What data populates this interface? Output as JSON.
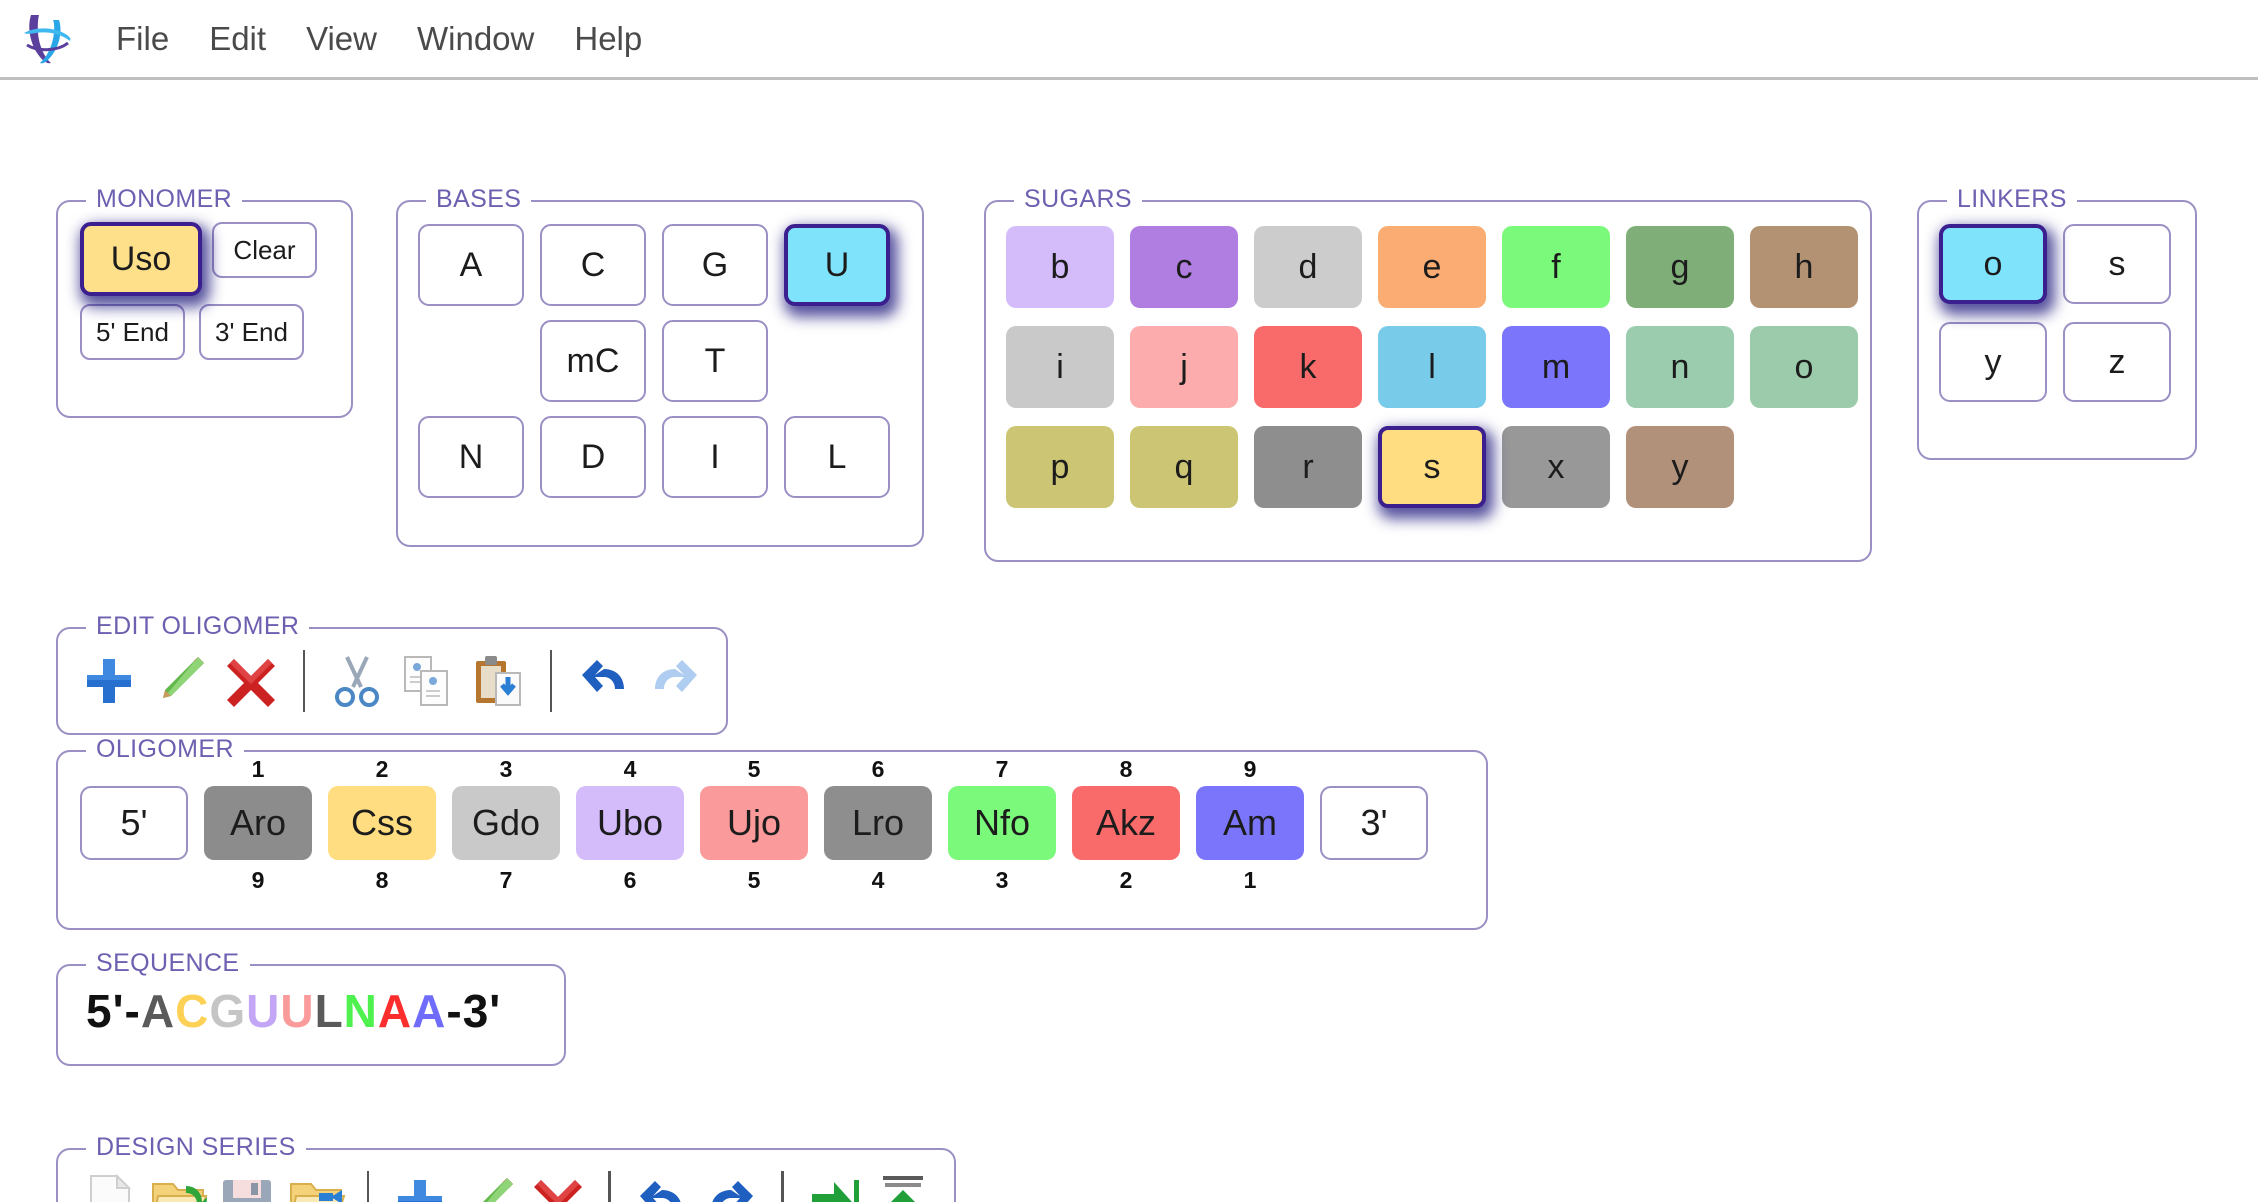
{
  "app": {
    "logo_icon": "helix-logo-icon",
    "menu": [
      {
        "label": "File"
      },
      {
        "label": "Edit"
      },
      {
        "label": "View"
      },
      {
        "label": "Window"
      },
      {
        "label": "Help"
      }
    ]
  },
  "monomer": {
    "title": "MONOMER",
    "current_label": "Uso",
    "current_color": "#ffe08a",
    "current_selected": true,
    "clear_label": "Clear",
    "five_end_label": "5' End",
    "three_end_label": "3' End"
  },
  "bases": {
    "title": "BASES",
    "keys": [
      {
        "label": "A",
        "selected": false
      },
      {
        "label": "C",
        "selected": false
      },
      {
        "label": "G",
        "selected": false
      },
      {
        "label": "U",
        "selected": true,
        "color": "#7fe3fb"
      },
      {
        "label": "",
        "blank": true
      },
      {
        "label": "mC",
        "selected": false
      },
      {
        "label": "T",
        "selected": false
      },
      {
        "label": "",
        "blank": true
      },
      {
        "label": "N",
        "selected": false
      },
      {
        "label": "D",
        "selected": false
      },
      {
        "label": "I",
        "selected": false
      },
      {
        "label": "L",
        "selected": false
      }
    ]
  },
  "sugars": {
    "title": "SUGARS",
    "keys": [
      {
        "label": "b",
        "color": "#d4bcfb",
        "selected": false
      },
      {
        "label": "c",
        "color": "#b07de0",
        "selected": false
      },
      {
        "label": "d",
        "color": "#cccccc",
        "selected": false
      },
      {
        "label": "e",
        "color": "#fbac72",
        "selected": false
      },
      {
        "label": "f",
        "color": "#7bf97b",
        "selected": false
      },
      {
        "label": "g",
        "color": "#7fae79",
        "selected": false
      },
      {
        "label": "h",
        "color": "#b29273",
        "selected": false
      },
      {
        "label": "i",
        "color": "#c9c9c9",
        "selected": false
      },
      {
        "label": "j",
        "color": "#fcacac",
        "selected": false
      },
      {
        "label": "k",
        "color": "#f96b6b",
        "selected": false
      },
      {
        "label": "l",
        "color": "#78ccea",
        "selected": false
      },
      {
        "label": "m",
        "color": "#7b75fb",
        "selected": false
      },
      {
        "label": "n",
        "color": "#9bccae",
        "selected": false
      },
      {
        "label": "o",
        "color": "#9bcbab",
        "selected": false
      },
      {
        "label": "p",
        "color": "#cbc574",
        "selected": false
      },
      {
        "label": "q",
        "color": "#cbc574",
        "selected": false
      },
      {
        "label": "r",
        "color": "#8e8e8e",
        "selected": false
      },
      {
        "label": "s",
        "color": "#ffdd80",
        "selected": true
      },
      {
        "label": "x",
        "color": "#989898",
        "selected": false
      },
      {
        "label": "y",
        "color": "#b2917b",
        "selected": false
      }
    ]
  },
  "linkers": {
    "title": "LINKERS",
    "keys": [
      {
        "label": "o",
        "selected": true,
        "color": "#7fe3fb"
      },
      {
        "label": "s",
        "selected": false
      },
      {
        "label": "y",
        "selected": false
      },
      {
        "label": "z",
        "selected": false
      }
    ]
  },
  "edit_oligomer": {
    "title": "EDIT OLIGOMER",
    "tools": [
      {
        "icon": "add-plus-icon",
        "name": "add"
      },
      {
        "icon": "edit-pencil-icon",
        "name": "edit"
      },
      {
        "icon": "delete-x-icon",
        "name": "delete"
      },
      {
        "icon": "separator",
        "name": "sep1"
      },
      {
        "icon": "cut-scissors-icon",
        "name": "cut"
      },
      {
        "icon": "copy-icon",
        "name": "copy"
      },
      {
        "icon": "paste-clipboard-icon",
        "name": "paste"
      },
      {
        "icon": "separator",
        "name": "sep2"
      },
      {
        "icon": "undo-arrow-icon",
        "name": "undo"
      },
      {
        "icon": "redo-arrow-icon",
        "name": "redo",
        "disabled": true
      }
    ]
  },
  "oligomer": {
    "title": "OLIGOMER",
    "five_prime_label": "5'",
    "three_prime_label": "3'",
    "units": [
      {
        "label": "Aro",
        "color": "#8c8c8c",
        "index_top": "1",
        "index_bottom": "9"
      },
      {
        "label": "Css",
        "color": "#ffdd80",
        "index_top": "2",
        "index_bottom": "8"
      },
      {
        "label": "Gdo",
        "color": "#c9c9c9",
        "index_top": "3",
        "index_bottom": "7"
      },
      {
        "label": "Ubo",
        "color": "#d4bcfb",
        "index_top": "4",
        "index_bottom": "6"
      },
      {
        "label": "Ujo",
        "color": "#fa9a9a",
        "index_top": "5",
        "index_bottom": "5"
      },
      {
        "label": "Lro",
        "color": "#8e8e8e",
        "index_top": "6",
        "index_bottom": "4"
      },
      {
        "label": "Nfo",
        "color": "#7bf97b",
        "index_top": "7",
        "index_bottom": "3"
      },
      {
        "label": "Akz",
        "color": "#f96b6b",
        "index_top": "8",
        "index_bottom": "2"
      },
      {
        "label": "Am",
        "color": "#7b75fb",
        "index_top": "9",
        "index_bottom": "1"
      }
    ]
  },
  "sequence": {
    "title": "SEQUENCE",
    "prefix": "5'-",
    "suffix": "-3'",
    "prefix_color": "#111111",
    "suffix_color": "#111111",
    "letters": [
      {
        "char": "A",
        "color": "#5a5a5a"
      },
      {
        "char": "C",
        "color": "#fdd155"
      },
      {
        "char": "G",
        "color": "#c5c5c5"
      },
      {
        "char": "U",
        "color": "#c3a7f6"
      },
      {
        "char": "U",
        "color": "#fa9a9a"
      },
      {
        "char": "L",
        "color": "#5a5a5a"
      },
      {
        "char": "N",
        "color": "#4ef14e"
      },
      {
        "char": "A",
        "color": "#fb2d2d"
      },
      {
        "char": "A",
        "color": "#6f6bfb"
      }
    ],
    "full_text": "5'-ACGUULNAA-3'"
  },
  "design_series": {
    "title": "DESIGN SERIES",
    "tools": [
      {
        "icon": "new-document-icon",
        "name": "new"
      },
      {
        "icon": "open-folder-icon",
        "name": "open"
      },
      {
        "icon": "save-floppy-icon",
        "name": "save"
      },
      {
        "icon": "save-as-folder-icon",
        "name": "save-as"
      },
      {
        "icon": "separator",
        "name": "sep1"
      },
      {
        "icon": "add-plus-icon",
        "name": "add"
      },
      {
        "icon": "edit-pencil-icon",
        "name": "edit"
      },
      {
        "icon": "delete-x-icon",
        "name": "delete"
      },
      {
        "icon": "separator",
        "name": "sep2"
      },
      {
        "icon": "undo-arrow-icon",
        "name": "undo"
      },
      {
        "icon": "redo-arrow-icon",
        "name": "redo"
      },
      {
        "icon": "separator",
        "name": "sep3"
      },
      {
        "icon": "export-right-arrow-icon",
        "name": "export"
      },
      {
        "icon": "upload-up-arrow-icon",
        "name": "upload"
      }
    ]
  },
  "colors": {
    "panel_border": "#9b8fc4",
    "panel_title": "#6f5fb0",
    "selection_border": "#3b1f8f",
    "selection_glow": "#1a1490",
    "menu_text": "#4a4a4a"
  }
}
